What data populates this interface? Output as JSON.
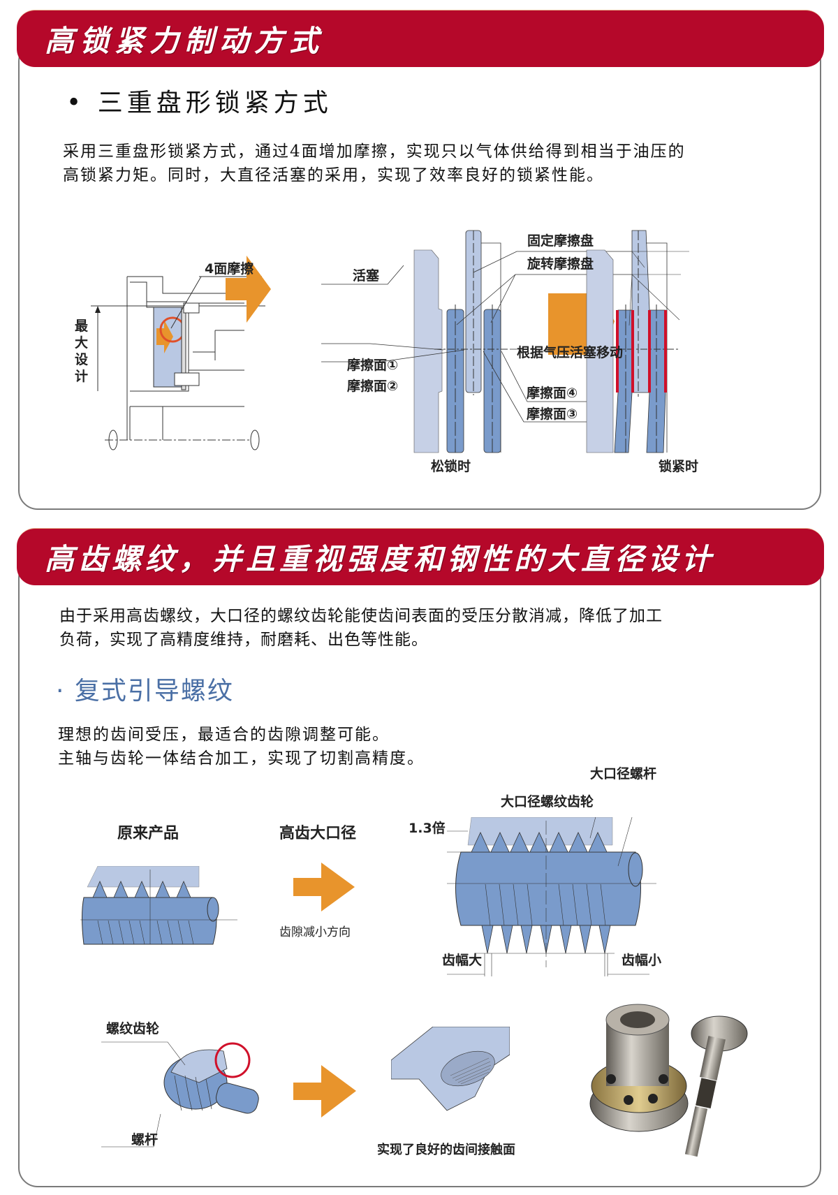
{
  "section1": {
    "title": "高锁紧力制动方式",
    "subtitle_bullet": "•",
    "subtitle": "三重盘形锁紧方式",
    "paragraph": [
      "采用三重盘形锁紧方式，通过4面增加摩擦，实现只以气体供给得到相当于油压的",
      "高锁紧力矩。同时，大直径活塞的采用，实现了效率良好的锁紧性能。"
    ],
    "diagram_left": {
      "label_friction": "4面摩擦",
      "label_design": "最大设计"
    },
    "diagram_right": {
      "piston": "活塞",
      "fixed_disc": "固定摩擦盘",
      "rotating_disc": "旋转摩擦盘",
      "surface1": "摩擦面①",
      "surface2": "摩擦面②",
      "surface3": "摩擦面③",
      "surface4": "摩擦面④",
      "movement": "根据气压活塞移动",
      "released": "松锁时",
      "locked": "锁紧时"
    }
  },
  "section2": {
    "title": "高齿螺纹，并且重视强度和钢性的大直径设计",
    "paragraph": [
      "由于采用高齿螺纹，大口径的螺纹齿轮能使齿间表面的受压分散消减，降低了加工",
      "负荷，实现了高精度维持，耐磨耗、出色等性能。"
    ],
    "subtitle_bullet": "·",
    "subtitle": "复式引导螺纹",
    "paragraph2": [
      "理想的齿间受压，最适合的齿隙调整可能。",
      "主轴与齿轮一体结合加工，实现了切割高精度。"
    ],
    "diagram": {
      "original": "原来产品",
      "high_tooth": "高齿大口径",
      "backlash": "齿隙减小方向",
      "large_worm": "大口径螺杆",
      "large_gear": "大口径螺纹齿轮",
      "ratio": "1.3倍",
      "wide_tooth": "齿幅大",
      "narrow_tooth": "齿幅小",
      "worm_gear": "螺纹齿轮",
      "worm": "螺杆",
      "contact": "实现了良好的齿间接触面"
    }
  },
  "colors": {
    "banner": "#b5082a",
    "accent_orange": "#e8942c",
    "disc_dark": "#7a9bcb",
    "disc_light": "#b9c8e3",
    "piston": "#c6d0e6",
    "friction_red": "#d0102a",
    "subtitle_blue": "#4a6fa5"
  }
}
